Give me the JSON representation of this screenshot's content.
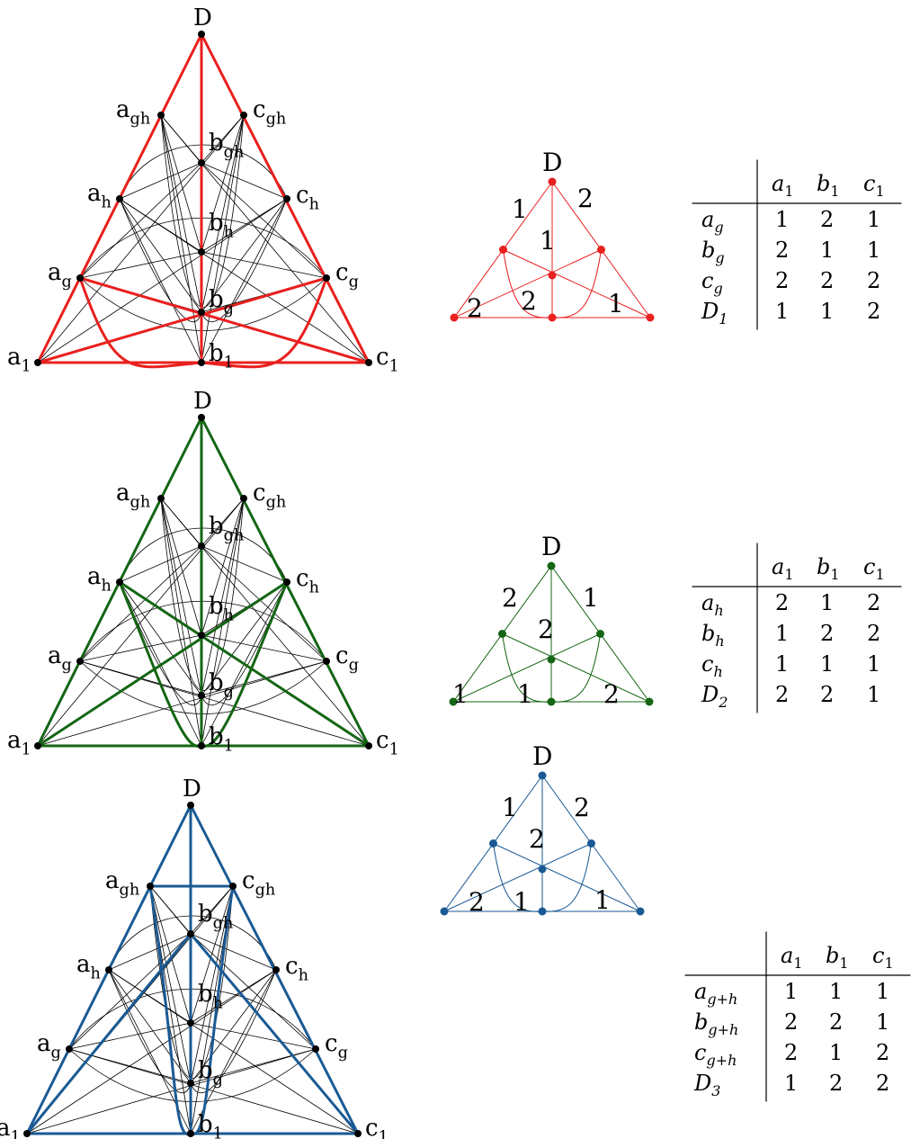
{
  "colors": {
    "red": "#e8201e",
    "green": "#146614",
    "blue": "#1a5a94",
    "thin": "#000000"
  },
  "big_labels": {
    "D": "D",
    "a1": "a",
    "a1_sub": "1",
    "b1": "b",
    "b1_sub": "1",
    "c1": "c",
    "c1_sub": "1",
    "ag": "a",
    "ag_sub": "g",
    "bg": "b",
    "bg_sub": "g",
    "cg": "c",
    "cg_sub": "g",
    "ah": "a",
    "ah_sub": "h",
    "bh": "b",
    "bh_sub": "h",
    "ch": "c",
    "ch_sub": "h",
    "agh": "a",
    "agh_sub": "gh",
    "bgh": "b",
    "bgh_sub": "gh",
    "cgh": "c",
    "cgh_sub": "gh"
  },
  "small_diagrams": [
    {
      "apex_label": "D",
      "numbers": [
        "1",
        "2",
        "1",
        "2",
        "2",
        "1"
      ]
    },
    {
      "apex_label": "D",
      "numbers": [
        "2",
        "1",
        "2",
        "1",
        "1",
        "2"
      ]
    },
    {
      "apex_label": "D",
      "numbers": [
        "1",
        "2",
        "2",
        "2",
        "1",
        "1"
      ]
    }
  ],
  "tables": [
    {
      "headers": [
        [
          "a",
          "1"
        ],
        [
          "b",
          "1"
        ],
        [
          "c",
          "1"
        ]
      ],
      "rows": [
        {
          "name": "a",
          "sub": "g",
          "values": [
            "1",
            "2",
            "1"
          ]
        },
        {
          "name": "b",
          "sub": "g",
          "values": [
            "2",
            "1",
            "1"
          ]
        },
        {
          "name": "c",
          "sub": "g",
          "values": [
            "2",
            "2",
            "2"
          ]
        },
        {
          "name": "D",
          "sub": "1",
          "values": [
            "1",
            "1",
            "2"
          ]
        }
      ]
    },
    {
      "headers": [
        [
          "a",
          "1"
        ],
        [
          "b",
          "1"
        ],
        [
          "c",
          "1"
        ]
      ],
      "rows": [
        {
          "name": "a",
          "sub": "h",
          "values": [
            "2",
            "1",
            "2"
          ]
        },
        {
          "name": "b",
          "sub": "h",
          "values": [
            "1",
            "2",
            "2"
          ]
        },
        {
          "name": "c",
          "sub": "h",
          "values": [
            "1",
            "1",
            "1"
          ]
        },
        {
          "name": "D",
          "sub": "2",
          "values": [
            "2",
            "2",
            "1"
          ]
        }
      ]
    },
    {
      "headers": [
        [
          "a",
          "1"
        ],
        [
          "b",
          "1"
        ],
        [
          "c",
          "1"
        ]
      ],
      "rows": [
        {
          "name": "a",
          "sub": "g+h",
          "values": [
            "1",
            "1",
            "1"
          ]
        },
        {
          "name": "b",
          "sub": "g+h",
          "values": [
            "2",
            "2",
            "1"
          ]
        },
        {
          "name": "c",
          "sub": "g+h",
          "values": [
            "2",
            "1",
            "2"
          ]
        },
        {
          "name": "D",
          "sub": "3",
          "values": [
            "1",
            "2",
            "2"
          ]
        }
      ]
    }
  ]
}
